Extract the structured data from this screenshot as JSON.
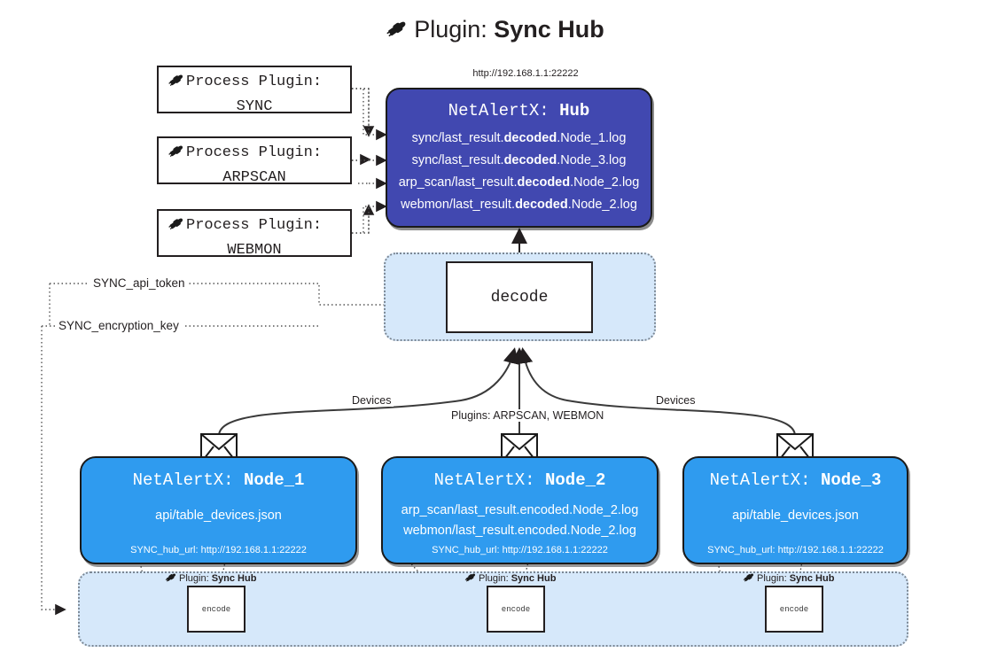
{
  "title": {
    "icon": "plug-icon",
    "prefix": "Plugin:",
    "name": "Sync Hub"
  },
  "hub": {
    "url": "http://192.168.1.1:22222",
    "title_prefix": "NetAlertX:",
    "title_name": "Hub",
    "lines": [
      {
        "pre": "sync/last_result.",
        "em": "decoded",
        "post": ".Node_1.log"
      },
      {
        "pre": "sync/last_result.",
        "em": "decoded",
        "post": ".Node_3.log"
      },
      {
        "pre": "arp_scan/last_result.",
        "em": "decoded",
        "post": ".Node_2.log"
      },
      {
        "pre": "webmon/last_result.",
        "em": "decoded",
        "post": ".Node_2.log"
      }
    ]
  },
  "process_plugins": [
    {
      "icon": "plug-icon",
      "line1": "Process Plugin:",
      "line2": "SYNC"
    },
    {
      "icon": "plug-icon",
      "line1": "Process Plugin:",
      "line2": "ARPSCAN"
    },
    {
      "icon": "plug-icon",
      "line1": "Process Plugin:",
      "line2": "WEBMON"
    }
  ],
  "decode": {
    "label": "decode"
  },
  "tokens": [
    {
      "label": "SYNC_api_token"
    },
    {
      "label": "SYNC_encryption_key"
    }
  ],
  "edge_labels": {
    "devices_left": "Devices",
    "devices_right": "Devices",
    "plugins_mid": "Plugins: ARPSCAN, WEBMON"
  },
  "nodes": [
    {
      "title_prefix": "NetAlertX:",
      "title_name": "Node_1",
      "lines": [
        {
          "pre": "api/table_devices.json",
          "em": "",
          "post": ""
        }
      ],
      "footer": "SYNC_hub_url: http://192.168.1.1:22222",
      "icon": "envelope-icon"
    },
    {
      "title_prefix": "NetAlertX:",
      "title_name": "Node_2",
      "lines": [
        {
          "pre": "arp_scan/last_result.encoded.Node_2.log",
          "em": "",
          "post": ""
        },
        {
          "pre": "webmon/last_result.encoded.Node_2.log",
          "em": "",
          "post": ""
        }
      ],
      "footer": "SYNC_hub_url: http://192.168.1.1:22222",
      "icon": "envelope-icon"
    },
    {
      "title_prefix": "NetAlertX:",
      "title_name": "Node_3",
      "lines": [
        {
          "pre": "api/table_devices.json",
          "em": "",
          "post": ""
        }
      ],
      "footer": "SYNC_hub_url: http://192.168.1.1:22222",
      "icon": "envelope-icon"
    }
  ],
  "encoders": [
    {
      "caption_icon": "plug-icon",
      "caption_prefix": "Plugin:",
      "caption_name": "Sync Hub",
      "label": "encode"
    },
    {
      "caption_icon": "plug-icon",
      "caption_prefix": "Plugin:",
      "caption_name": "Sync Hub",
      "label": "encode"
    },
    {
      "caption_icon": "plug-icon",
      "caption_prefix": "Plugin:",
      "caption_name": "Sync Hub",
      "label": "encode"
    }
  ],
  "colors": {
    "hub_fill": "#4148b0",
    "node_fill": "#2f9bef",
    "container_fill": "#d6e8fa",
    "stroke": "#231f20",
    "dotted": "#7b8794"
  }
}
